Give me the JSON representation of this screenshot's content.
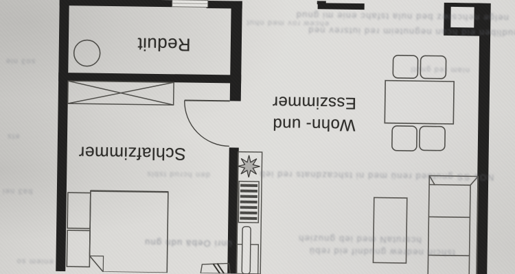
{
  "page": {
    "kind": "floor plan (photographed page)",
    "orientation": "plan appears rotated 180 degrees (all labels upside down)"
  },
  "rooms": [
    {
      "id": "reduit",
      "label": "Reduit"
    },
    {
      "id": "schlafzimmer",
      "label": "Schlafzimmer"
    },
    {
      "id": "wohn_esszimmer",
      "label": "Wohn- und Esszimmer",
      "line1": "Wohn- und",
      "line2": "Esszimmer"
    }
  ],
  "symbols": [
    {
      "name": "washing-machine-circle",
      "room": "reduit"
    },
    {
      "name": "wardrobe-crossed-rect",
      "room": "schlafzimmer"
    },
    {
      "name": "double-bed-with-pillows",
      "room": "schlafzimmer"
    },
    {
      "name": "door-swing-arc",
      "room": "schlafzimmer"
    },
    {
      "name": "star-flower-symbol",
      "room": "hall"
    },
    {
      "name": "radiator-striped-rect",
      "room": "hall"
    },
    {
      "name": "open-door-leaf",
      "room": "hall"
    },
    {
      "name": "dining-table-with-4-chairs",
      "room": "wohn_esszimmer"
    },
    {
      "name": "coffee-table",
      "room": "wohn_esszimmer"
    },
    {
      "name": "sofa-3-seats",
      "room": "wohn_esszimmer"
    },
    {
      "name": "wall-shaft-recess",
      "room": "exterior-top-right"
    },
    {
      "name": "window-slit",
      "room": "reduit-top-wall"
    }
  ],
  "colors": {
    "paper": "#dcdbd8",
    "wall": "#21201f",
    "furniture_line": "#4e4d49",
    "label_text": "#2e2d2a",
    "bleed_through_text": "#6a6e7a"
  },
  "artifacts": {
    "a1": "nelge nehcsiwz bed nula tsfahc enie mi gnud",
    "a2": "gnudliben eid hcan negnuteim red iutsrev ned",
    "a3": "ehcew rov med nhut",
    "a4": "NO1 SS gnutbed renü med ni tshcazdnats red ieb",
    "a5": "hcsrutaN med ieb gnuzieh",
    "a6": "tshcin nedrew gnudnif eid rebü",
    "a7": "niam red gnutl",
    "a8": "ünri Oebä udn gnu",
    "a9": "so3 nie",
    "a10": "ets",
    "a11": "ba3 nei",
    "a12": "eniem so",
    "a13": "den hcrud tsbls"
  }
}
